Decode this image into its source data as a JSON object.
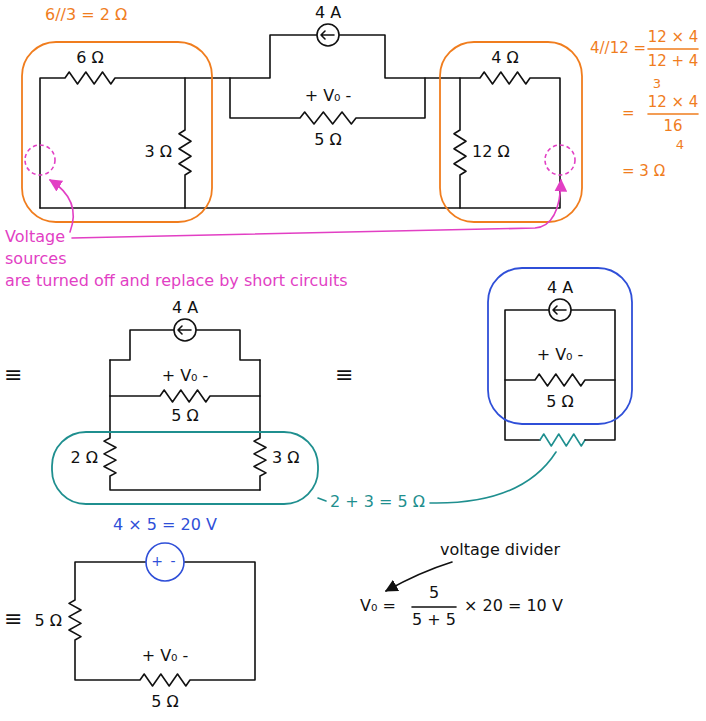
{
  "diagram": {
    "labels": [
      "6//3 = 2 Ω",
      "4 A",
      "6 Ω",
      "+ V₀ -",
      "4 Ω",
      "4//12 =",
      "12 × 4",
      "12 + 4",
      "3 Ω",
      "5 Ω",
      "12 Ω",
      "=",
      "3",
      "12 × 4",
      "16",
      "4",
      "= 3 Ω",
      "Voltage sources are turned off and replace by short circuits",
      "≡",
      "4 A",
      "+ V₀ -",
      "5 Ω",
      "2 Ω",
      "3 Ω",
      "2 + 3 = 5 Ω",
      "≡",
      "4 A",
      "+ V₀ -",
      "5 Ω",
      "4 × 5 = 20 V",
      "≡",
      "5 Ω",
      "+",
      "-",
      "+ V₀ -",
      "5 Ω",
      "voltage divider",
      "V₀ =",
      "5",
      "5 + 5",
      "× 20 = 10 V"
    ]
  }
}
